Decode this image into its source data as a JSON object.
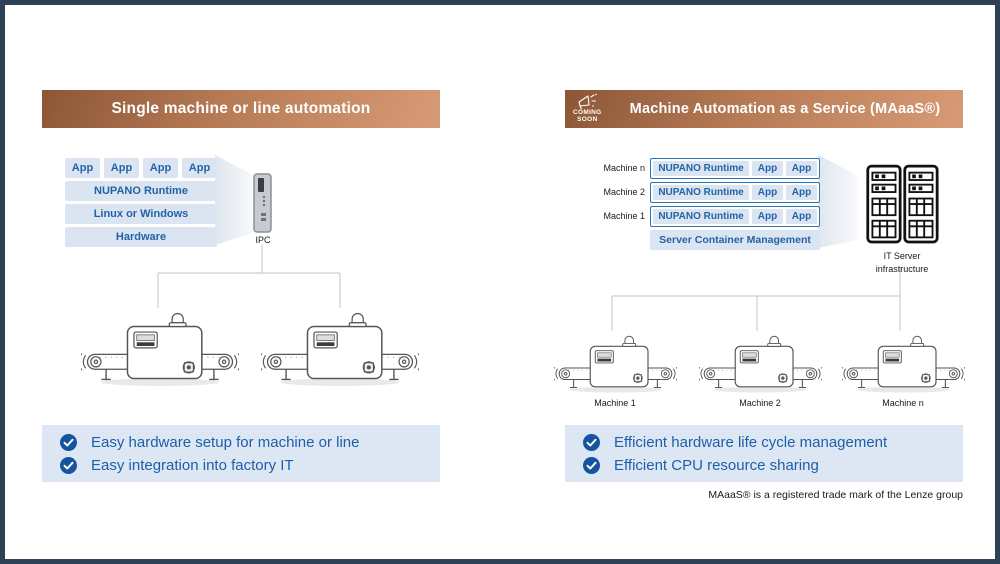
{
  "colors": {
    "frame_border": "#2e4156",
    "banner_dark": "#8c5636",
    "banner_light": "#d89b76",
    "box_bg": "#dbe5f1",
    "box_text": "#2263a7",
    "row_border": "#2e75b6",
    "benefit_bg": "#dde7f3",
    "benefit_text": "#1d5fa8",
    "check_circle": "#15549e",
    "connector_line": "#c9ced4"
  },
  "left": {
    "banner": {
      "title": "Single machine or line automation"
    },
    "stack": {
      "app_labels": [
        "App",
        "App",
        "App",
        "App"
      ],
      "layers": [
        "NUPANO Runtime",
        "Linux or Windows",
        "Hardware"
      ]
    },
    "ipc_label": "IPC",
    "benefits": [
      "Easy hardware setup for machine or line",
      "Easy integration into factory IT"
    ]
  },
  "right": {
    "banner": {
      "title": "Machine Automation as a Service (MAaaS®)",
      "badge_line1": "COMING",
      "badge_line2": "SOON"
    },
    "rows": [
      {
        "machine_label": "Machine n",
        "cells": [
          "NUPANO Runtime",
          "App",
          "App"
        ]
      },
      {
        "machine_label": "Machine 2",
        "cells": [
          "NUPANO Runtime",
          "App",
          "App"
        ]
      },
      {
        "machine_label": "Machine 1",
        "cells": [
          "NUPANO Runtime",
          "App",
          "App"
        ]
      }
    ],
    "server_management_label": "Server Container Management",
    "server_label_line1": "IT Server",
    "server_label_line2": "infrastructure",
    "machine_labels": [
      "Machine 1",
      "Machine 2",
      "Machine n"
    ],
    "benefits": [
      "Efficient hardware life cycle management",
      "Efficient CPU resource sharing"
    ],
    "footnote": "MAaaS® is a registered trade mark of the Lenze group"
  }
}
